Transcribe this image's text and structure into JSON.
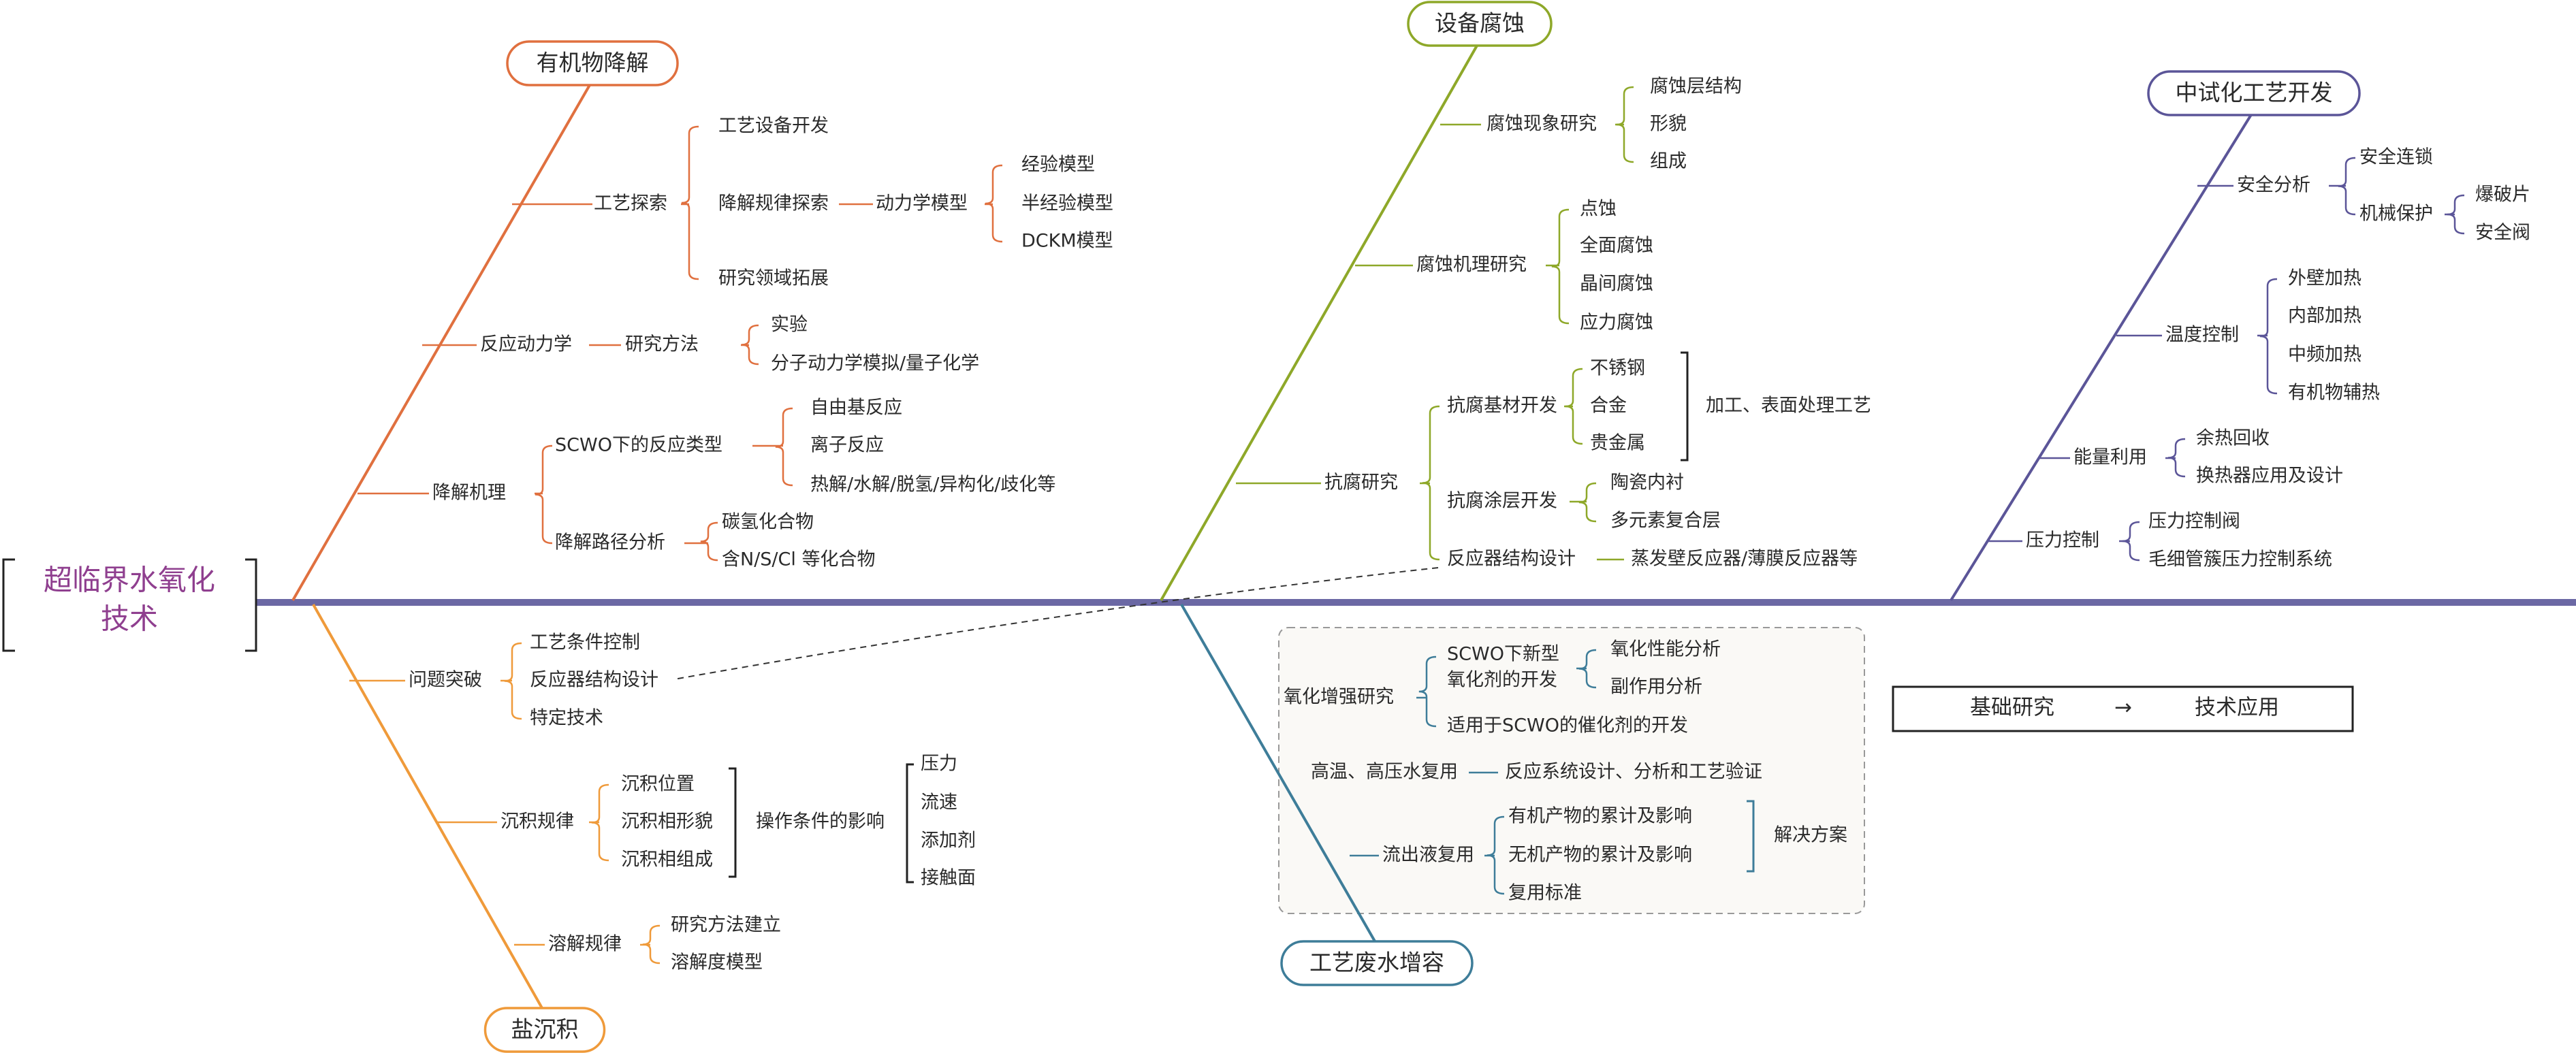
{
  "palette": {
    "spine": "#6b68a4",
    "organic": "#e0703f",
    "salt": "#ef9a3a",
    "corrosion": "#8ea829",
    "wastewater": "#3e7d99",
    "pilot": "#5b5598",
    "root_text": "#8f3f8f",
    "text": "#2a2a2a",
    "dash_box_fill": "#faf9f6",
    "dash_box_stroke": "#999999"
  },
  "root": {
    "line1": "超临界水氧化",
    "line2": "技术"
  },
  "legend": {
    "left": "基础研究",
    "arrow": "→",
    "right": "技术应用"
  },
  "topics": {
    "organic": "有机物降解",
    "salt": "盐沉积",
    "corrosion": "设备腐蚀",
    "wastewater": "工艺废水增容",
    "pilot": "中试化工艺开发"
  },
  "nodes": {
    "organic": {
      "gy_explore": "工艺探索",
      "gy_equipment": "工艺设备开发",
      "deg_law": "降解规律探索",
      "kinetic_model": "动力学模型",
      "empirical": "经验模型",
      "semi_empirical": "半经验模型",
      "dckm": "DCKM模型",
      "field_expand": "研究领域拓展",
      "rxn_kinetics": "反应动力学",
      "method": "研究方法",
      "experiment": "实验",
      "md_qc": "分子动力学模拟/量子化学",
      "mechanism": "降解机理",
      "rxn_types": "SCWO下的反应类型",
      "free_radical": "自由基反应",
      "ionic": "离子反应",
      "thermal_etc": "热解/水解/脱氢/异构化/歧化等",
      "path_analysis": "降解路径分析",
      "hydrocarbon": "碳氢化合物",
      "nsc": "含N/S/Cl 等化合物"
    },
    "salt": {
      "problem": "问题突破",
      "process_ctrl": "工艺条件控制",
      "reactor_design": "反应器结构设计",
      "special_tech": "特定技术",
      "deposit_law": "沉积规律",
      "deposit_pos": "沉积位置",
      "deposit_morph": "沉积相形貌",
      "deposit_comp": "沉积相组成",
      "op_effect": "操作条件的影响",
      "pressure": "压力",
      "flow": "流速",
      "additive": "添加剂",
      "contact": "接触面",
      "dissolve_law": "溶解规律",
      "method_build": "研究方法建立",
      "solubility_model": "溶解度模型"
    },
    "corrosion": {
      "phenomena": "腐蚀现象研究",
      "layer": "腐蚀层结构",
      "morph": "形貌",
      "comp": "组成",
      "mech": "腐蚀机理研究",
      "pitting": "点蚀",
      "general": "全面腐蚀",
      "intergranular": "晶间腐蚀",
      "stress": "应力腐蚀",
      "anti": "抗腐研究",
      "substrate": "抗腐基材开发",
      "stainless": "不锈钢",
      "alloy": "合金",
      "noble": "贵金属",
      "processing": "加工、表面处理工艺",
      "coating": "抗腐涂层开发",
      "ceramic": "陶瓷内衬",
      "multi": "多元素复合层",
      "reactor": "反应器结构设计",
      "reactor_types": "蒸发壁反应器/薄膜反应器等"
    },
    "wastewater": {
      "enhance": "氧化增强研究",
      "new_oxidant_1": "SCWO下新型",
      "new_oxidant_2": "氧化剂的开发",
      "ox_perf": "氧化性能分析",
      "side_effect": "副作用分析",
      "catalyst": "适用于SCWO的催化剂的开发",
      "reuse": "高温、高压水复用",
      "reuse_detail": "反应系统设计、分析和工艺验证",
      "effluent": "流出液复用",
      "org_acc": "有机产物的累计及影响",
      "inorg_acc": "无机产物的累计及影响",
      "reuse_std": "复用标准",
      "solution": "解决方案"
    },
    "pilot": {
      "safety": "安全分析",
      "interlock": "安全连锁",
      "mech_prot": "机械保护",
      "rupture": "爆破片",
      "safety_valve": "安全阀",
      "temp": "温度控制",
      "ext_heat": "外壁加热",
      "int_heat": "内部加热",
      "mid_freq": "中频加热",
      "org_aux": "有机物辅热",
      "energy": "能量利用",
      "waste_heat": "余热回收",
      "hx": "换热器应用及设计",
      "press_ctrl": "压力控制",
      "press_valve": "压力控制阀",
      "capillary": "毛细管簇压力控制系统"
    }
  }
}
